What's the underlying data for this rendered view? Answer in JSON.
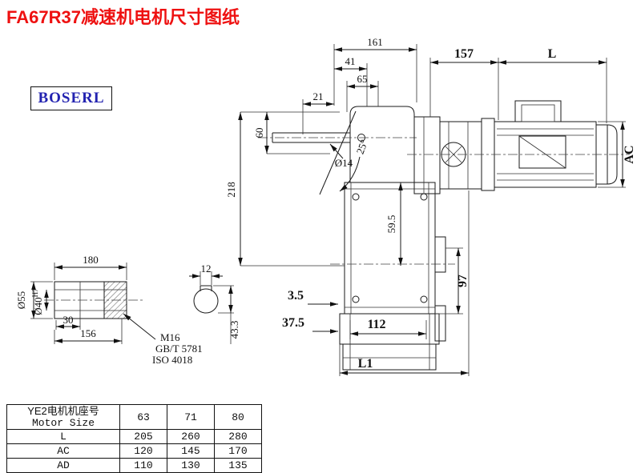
{
  "page": {
    "title": "FA67R37减速机电机尺寸图纸",
    "brand": "BOSERL"
  },
  "main_view": {
    "dim_161": "161",
    "dim_41": "41",
    "dim_65": "65",
    "dim_21": "21",
    "dim_60": "60",
    "dim_218": "218",
    "dim_dia14": "Ø14",
    "dim_angle": "25°",
    "dim_157": "157",
    "dim_L": "L",
    "dim_AC": "AC",
    "dim_59_5": "59.5",
    "dim_97": "97",
    "dim_3_5": "3.5",
    "dim_37_5": "37.5",
    "dim_112": "112",
    "dim_L1": "L1"
  },
  "shaft_view": {
    "dim_180": "180",
    "dim_12": "12",
    "dim_dia55": "Ø55",
    "dia40_base": "Ø40",
    "dia40_tol": "H7",
    "dim_30": "30",
    "dim_156": "156",
    "thread": "M16",
    "std_gb": "GB/T 5781",
    "std_iso": "ISO 4018",
    "dim_43_3": "43.3"
  },
  "table": {
    "header_cn": "YE2电机机座号",
    "header_en": "Motor Size",
    "sizes": [
      "63",
      "71",
      "80"
    ],
    "rows": [
      {
        "label": "L",
        "values": [
          "205",
          "260",
          "280"
        ]
      },
      {
        "label": "AC",
        "values": [
          "120",
          "145",
          "170"
        ]
      },
      {
        "label": "AD",
        "values": [
          "110",
          "130",
          "135"
        ]
      }
    ]
  }
}
